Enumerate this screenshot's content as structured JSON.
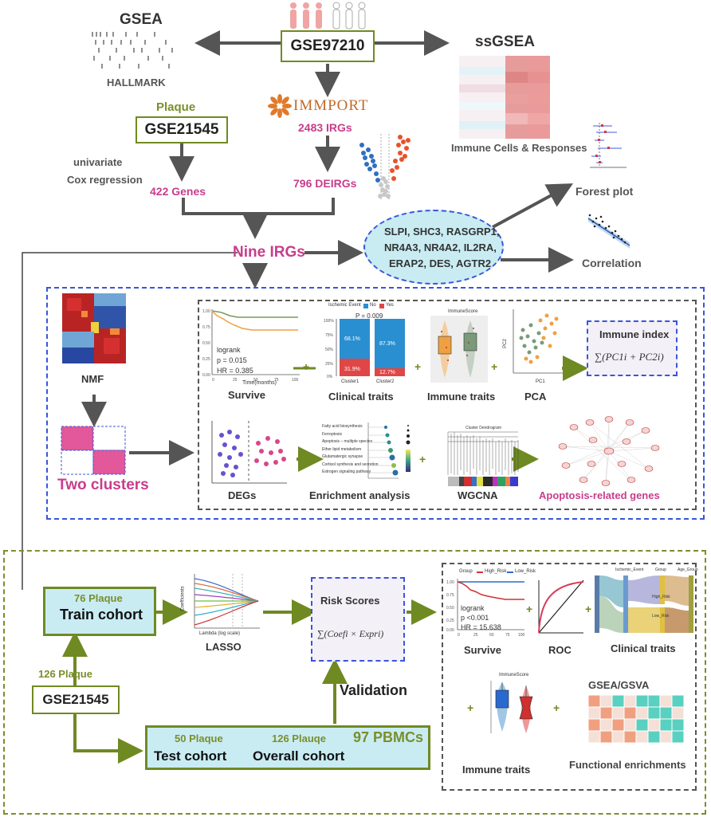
{
  "top": {
    "gse97210": "GSE97210",
    "gsea": "GSEA",
    "hallmark": "HALLMARK",
    "ssgsea": "ssGSEA",
    "immune_cells": "Immune Cells & Responses",
    "immport_logo": "IMMPORT",
    "irgs_2483": "2483 IRGs",
    "deirgs_796": "796 DEIRGs",
    "plaque": "Plaque",
    "gse21545": "GSE21545",
    "univariate": "univariate",
    "cox": "Cox regression",
    "genes_422": "422 Genes",
    "nine_irgs": "Nine IRGs",
    "gene_list": [
      "SLPI, SHC3, RASGRP1,",
      "NR4A3, NR4A2, IL2RA,",
      "ERAP2, DES, AGTR2"
    ],
    "forest_plot": "Forest plot",
    "correlation": "Correlation"
  },
  "middle": {
    "nmf": "NMF",
    "two_clusters": "Two clusters",
    "survive": "Survive",
    "logrank": "logrank",
    "p_value": "p = 0.015",
    "hr": "HR = 0.385",
    "time_axis": "Time(months)",
    "clinical_traits": "Clinical traits",
    "ischemic_event": "Ischemic Event",
    "legend_no": "No",
    "legend_yes": "Yes",
    "p_clin": "P = 0.009",
    "c1_top": "68.1%",
    "c1_bot": "31.9%",
    "c2_top": "87.3%",
    "c2_bot": "12.7%",
    "cluster1": "Cluster1",
    "cluster2": "Cluster2",
    "immune_traits": "Immune traits",
    "immunescore": "ImmuneScore",
    "pca": "PCA",
    "pc1": "PC1",
    "pc2": "PC2",
    "immune_index": "Immune index",
    "immune_index_formula": "∑(PC1i + PC2i)",
    "degs": "DEGs",
    "enrichment": "Enrichment analysis",
    "enrich_terms": [
      "Fatty acid biosynthesis",
      "Ferroptosis",
      "Apoptosis – multiple species",
      "Ether lipid metabolism",
      "Glutamatergic synapse",
      "Cortisol synthesis and secretion",
      "Estrogen signaling pathway"
    ],
    "wgcna": "WGCNA",
    "cluster_dendrogram": "Cluster Dendrogram",
    "apoptosis_genes": "Apoptosis-related genes"
  },
  "bottom": {
    "train_n": "76 Plaque",
    "train_cohort": "Train cohort",
    "lasso": "LASSO",
    "lasso_x": "Lambda (log scale)",
    "lasso_y": "Coefficients",
    "risk_scores": "Risk Scores",
    "risk_formula": "∑(Coefi × Expri)",
    "plaque_126": "126 Plaque",
    "gse21545": "GSE21545",
    "validation": "Validation",
    "test_n": "50 Plaque",
    "test_cohort": "Test cohort",
    "overall_n": "126 Plauqe",
    "overall_cohort": "Overall cohort",
    "pbmc": "97 PBMCs",
    "survive": "Survive",
    "group_high": "High_Risk",
    "group_low": "Low_Risk",
    "logrank": "logrank",
    "p_value": "p <0.001",
    "hr": "HR = 15.638",
    "roc": "ROC",
    "clinical_traits": "Clinical traits",
    "ischemic_event": "Ischemic_Event",
    "group": "Group",
    "age_group": "Age_Group",
    "immune_traits": "Immune traits",
    "immunescore": "ImmuneScore",
    "gsea_gsva": "GSEA/GSVA",
    "functional": "Functional enrichments"
  }
}
